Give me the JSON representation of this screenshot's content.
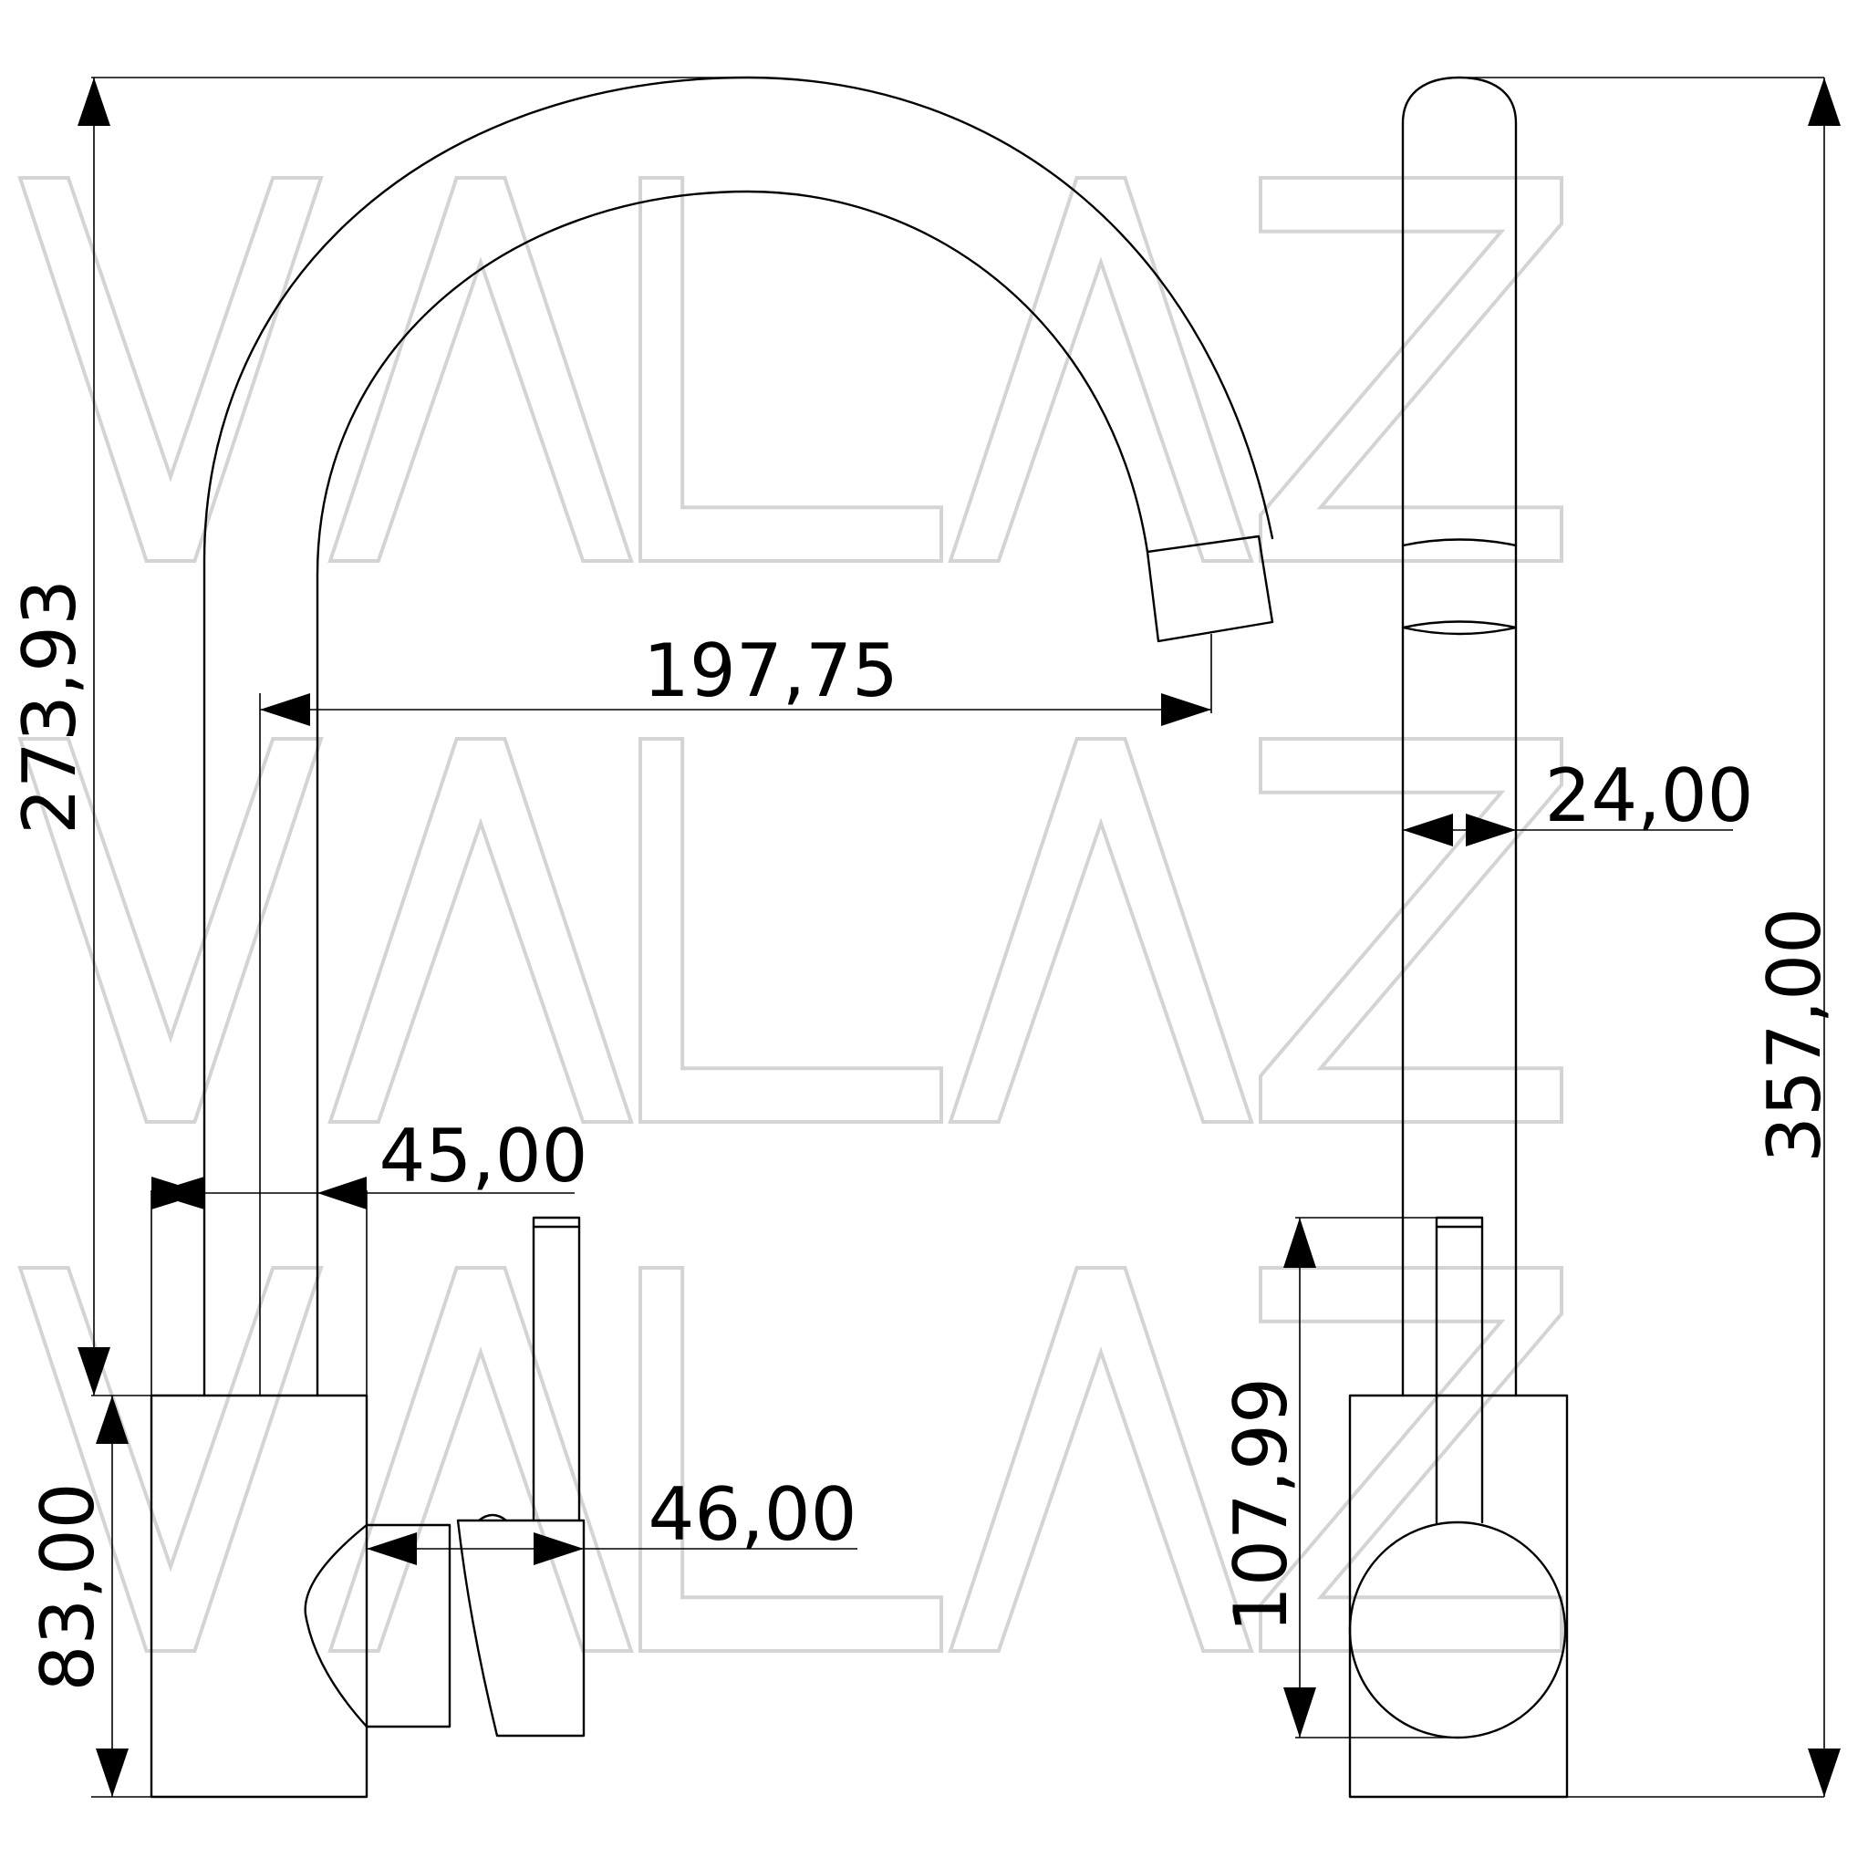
{
  "watermark": {
    "text": "VALAZ"
  },
  "dimensions": {
    "overall_height": "357,00",
    "spout_height": "273,93",
    "spout_reach": "197,75",
    "spout_diameter": "24,00",
    "base_diameter": "45,00",
    "base_height": "83,00",
    "lever_depth": "46,00",
    "lever_height": "107,99"
  },
  "colors": {
    "line": "#000000",
    "watermark": "#d4d4d4"
  }
}
